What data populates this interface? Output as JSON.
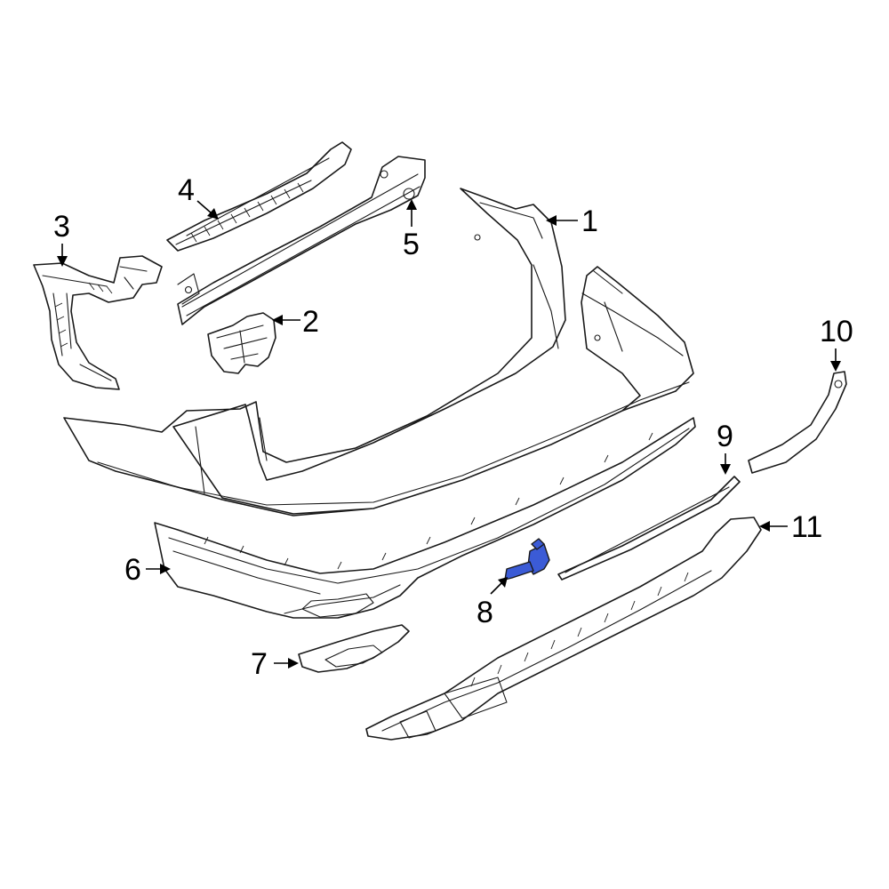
{
  "callouts": [
    {
      "id": "1",
      "label": "1"
    },
    {
      "id": "2",
      "label": "2"
    },
    {
      "id": "3",
      "label": "3"
    },
    {
      "id": "4",
      "label": "4"
    },
    {
      "id": "5",
      "label": "5"
    },
    {
      "id": "6",
      "label": "6"
    },
    {
      "id": "7",
      "label": "7"
    },
    {
      "id": "8",
      "label": "8"
    },
    {
      "id": "9",
      "label": "9"
    },
    {
      "id": "10",
      "label": "10"
    },
    {
      "id": "11",
      "label": "11"
    }
  ],
  "highlight_color": "#3b5bd6",
  "line_color": "#1a1a1a"
}
